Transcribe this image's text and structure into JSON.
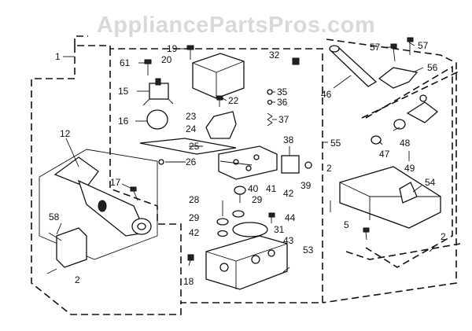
{
  "watermark": "AppliancePartsPros.com",
  "callouts": [
    {
      "id": "c1",
      "text": "1"
    },
    {
      "id": "c2a",
      "text": "2"
    },
    {
      "id": "c2b",
      "text": "2"
    },
    {
      "id": "c2c",
      "text": "2"
    },
    {
      "id": "c5",
      "text": "5"
    },
    {
      "id": "c12",
      "text": "12"
    },
    {
      "id": "c15",
      "text": "15"
    },
    {
      "id": "c16",
      "text": "16"
    },
    {
      "id": "c17",
      "text": "17"
    },
    {
      "id": "c18",
      "text": "18"
    },
    {
      "id": "c19",
      "text": "19"
    },
    {
      "id": "c20",
      "text": "20"
    },
    {
      "id": "c22",
      "text": "22"
    },
    {
      "id": "c23",
      "text": "23"
    },
    {
      "id": "c24",
      "text": "24"
    },
    {
      "id": "c25",
      "text": "25"
    },
    {
      "id": "c26",
      "text": "26"
    },
    {
      "id": "c28",
      "text": "28"
    },
    {
      "id": "c29a",
      "text": "29"
    },
    {
      "id": "c29b",
      "text": "29"
    },
    {
      "id": "c31",
      "text": "31"
    },
    {
      "id": "c32",
      "text": "32"
    },
    {
      "id": "c35",
      "text": "35"
    },
    {
      "id": "c36",
      "text": "36"
    },
    {
      "id": "c37",
      "text": "37"
    },
    {
      "id": "c38",
      "text": "38"
    },
    {
      "id": "c39",
      "text": "39"
    },
    {
      "id": "c40",
      "text": "40"
    },
    {
      "id": "c41",
      "text": "41"
    },
    {
      "id": "c42a",
      "text": "42"
    },
    {
      "id": "c42b",
      "text": "42"
    },
    {
      "id": "c43",
      "text": "43"
    },
    {
      "id": "c44",
      "text": "44"
    },
    {
      "id": "c46",
      "text": "46"
    },
    {
      "id": "c47",
      "text": "47"
    },
    {
      "id": "c48",
      "text": "48"
    },
    {
      "id": "c49",
      "text": "49"
    },
    {
      "id": "c53",
      "text": "53"
    },
    {
      "id": "c54",
      "text": "54"
    },
    {
      "id": "c55",
      "text": "55"
    },
    {
      "id": "c56",
      "text": "56"
    },
    {
      "id": "c57a",
      "text": "57"
    },
    {
      "id": "c57b",
      "text": "57"
    },
    {
      "id": "c58",
      "text": "58"
    },
    {
      "id": "c61",
      "text": "61"
    }
  ]
}
